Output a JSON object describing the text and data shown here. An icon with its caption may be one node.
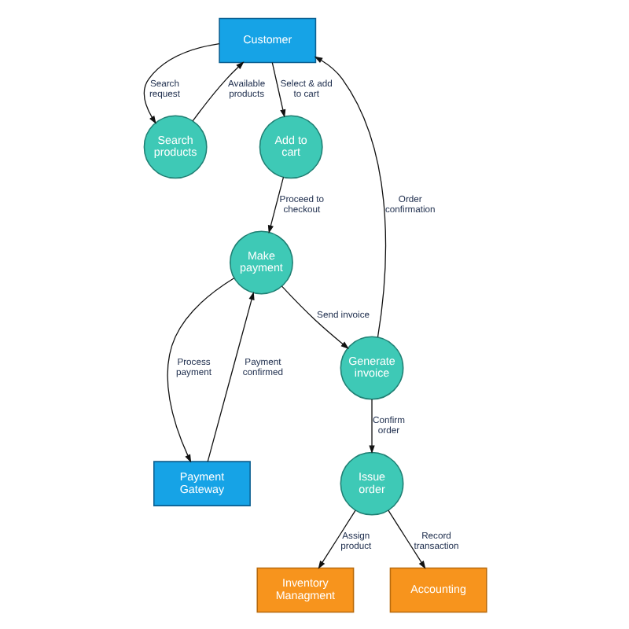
{
  "diagram": {
    "nodes": [
      {
        "text": [
          "Customer"
        ]
      },
      {
        "text": [
          "Search products"
        ]
      },
      {
        "text": [
          "Add to cart"
        ]
      },
      {
        "text": [
          "Make payment"
        ]
      },
      {
        "text": [
          "Generate invoice"
        ]
      },
      {
        "text": [
          "Payment Gateway"
        ]
      },
      {
        "text": [
          "Issue order"
        ]
      },
      {
        "text": [
          "Inventory Managment"
        ]
      },
      {
        "text": [
          "Accounting"
        ]
      }
    ],
    "edges": [
      {
        "from": 0,
        "to": 1,
        "arrow": "to",
        "label": "Search request"
      },
      {
        "from": 1,
        "to": 0,
        "arrow": "to",
        "label": "Available products"
      },
      {
        "from": 0,
        "to": 2,
        "arrow": "to",
        "label": "Select & add to cart"
      },
      {
        "from": 2,
        "to": 3,
        "arrow": "to",
        "label": "Proceed to checkout"
      },
      {
        "from": 3,
        "to": 5,
        "arrow": "to",
        "label": "Process payment"
      },
      {
        "from": 5,
        "to": 3,
        "arrow": "to",
        "label": "Payment confirmed"
      },
      {
        "from": 3,
        "to": 4,
        "arrow": "to",
        "label": "Send invoice"
      },
      {
        "from": 4,
        "to": 0,
        "arrow": "to",
        "label": "Order confirmation"
      },
      {
        "from": 4,
        "to": 6,
        "arrow": "to",
        "label": "Confirm order"
      },
      {
        "from": 6,
        "to": 7,
        "arrow": "to",
        "label": "Assign product"
      },
      {
        "from": 6,
        "to": 8,
        "arrow": "to",
        "label": "Record transaction"
      }
    ]
  }
}
